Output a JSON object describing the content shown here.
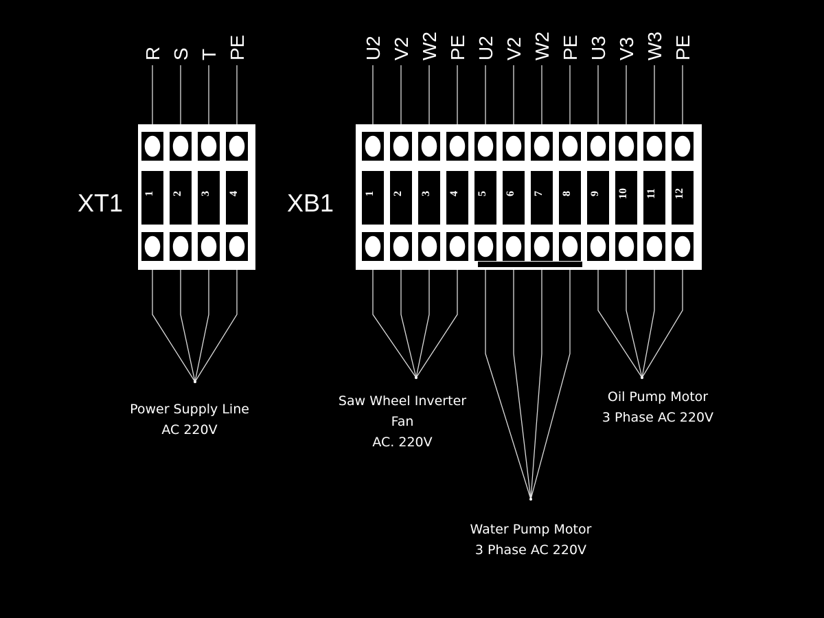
{
  "blocks": [
    {
      "id": "xt1",
      "name": "XT1",
      "terminals": [
        {
          "number": "1",
          "wire": "R"
        },
        {
          "number": "2",
          "wire": "S"
        },
        {
          "number": "3",
          "wire": "T"
        },
        {
          "number": "4",
          "wire": "PE"
        }
      ]
    },
    {
      "id": "xb1",
      "name": "XB1",
      "terminals": [
        {
          "number": "1",
          "wire": "U2"
        },
        {
          "number": "2",
          "wire": "V2"
        },
        {
          "number": "3",
          "wire": "W2"
        },
        {
          "number": "4",
          "wire": "PE"
        },
        {
          "number": "5",
          "wire": "U2"
        },
        {
          "number": "6",
          "wire": "V2"
        },
        {
          "number": "7",
          "wire": "W2"
        },
        {
          "number": "8",
          "wire": "PE"
        },
        {
          "number": "9",
          "wire": "U3"
        },
        {
          "number": "10",
          "wire": "V3"
        },
        {
          "number": "11",
          "wire": "W3"
        },
        {
          "number": "12",
          "wire": "PE"
        }
      ]
    }
  ],
  "groups": [
    {
      "id": "power-supply",
      "block": "xt1",
      "terminals": [
        1,
        2,
        3,
        4
      ],
      "caption": [
        "Power Supply Line",
        "AC 220V"
      ]
    },
    {
      "id": "saw-wheel-inverter-fan",
      "block": "xb1",
      "terminals": [
        1,
        2,
        3,
        4
      ],
      "caption": [
        "Saw Wheel Inverter",
        "Fan",
        "AC. 220V"
      ]
    },
    {
      "id": "water-pump-motor",
      "block": "xb1",
      "terminals": [
        5,
        6,
        7,
        8
      ],
      "caption": [
        "Water Pump Motor",
        "3 Phase AC 220V"
      ]
    },
    {
      "id": "oil-pump-motor",
      "block": "xb1",
      "terminals": [
        9,
        10,
        11,
        12
      ],
      "caption": [
        "Oil  Pump Motor",
        "3 Phase AC 220V"
      ]
    }
  ]
}
